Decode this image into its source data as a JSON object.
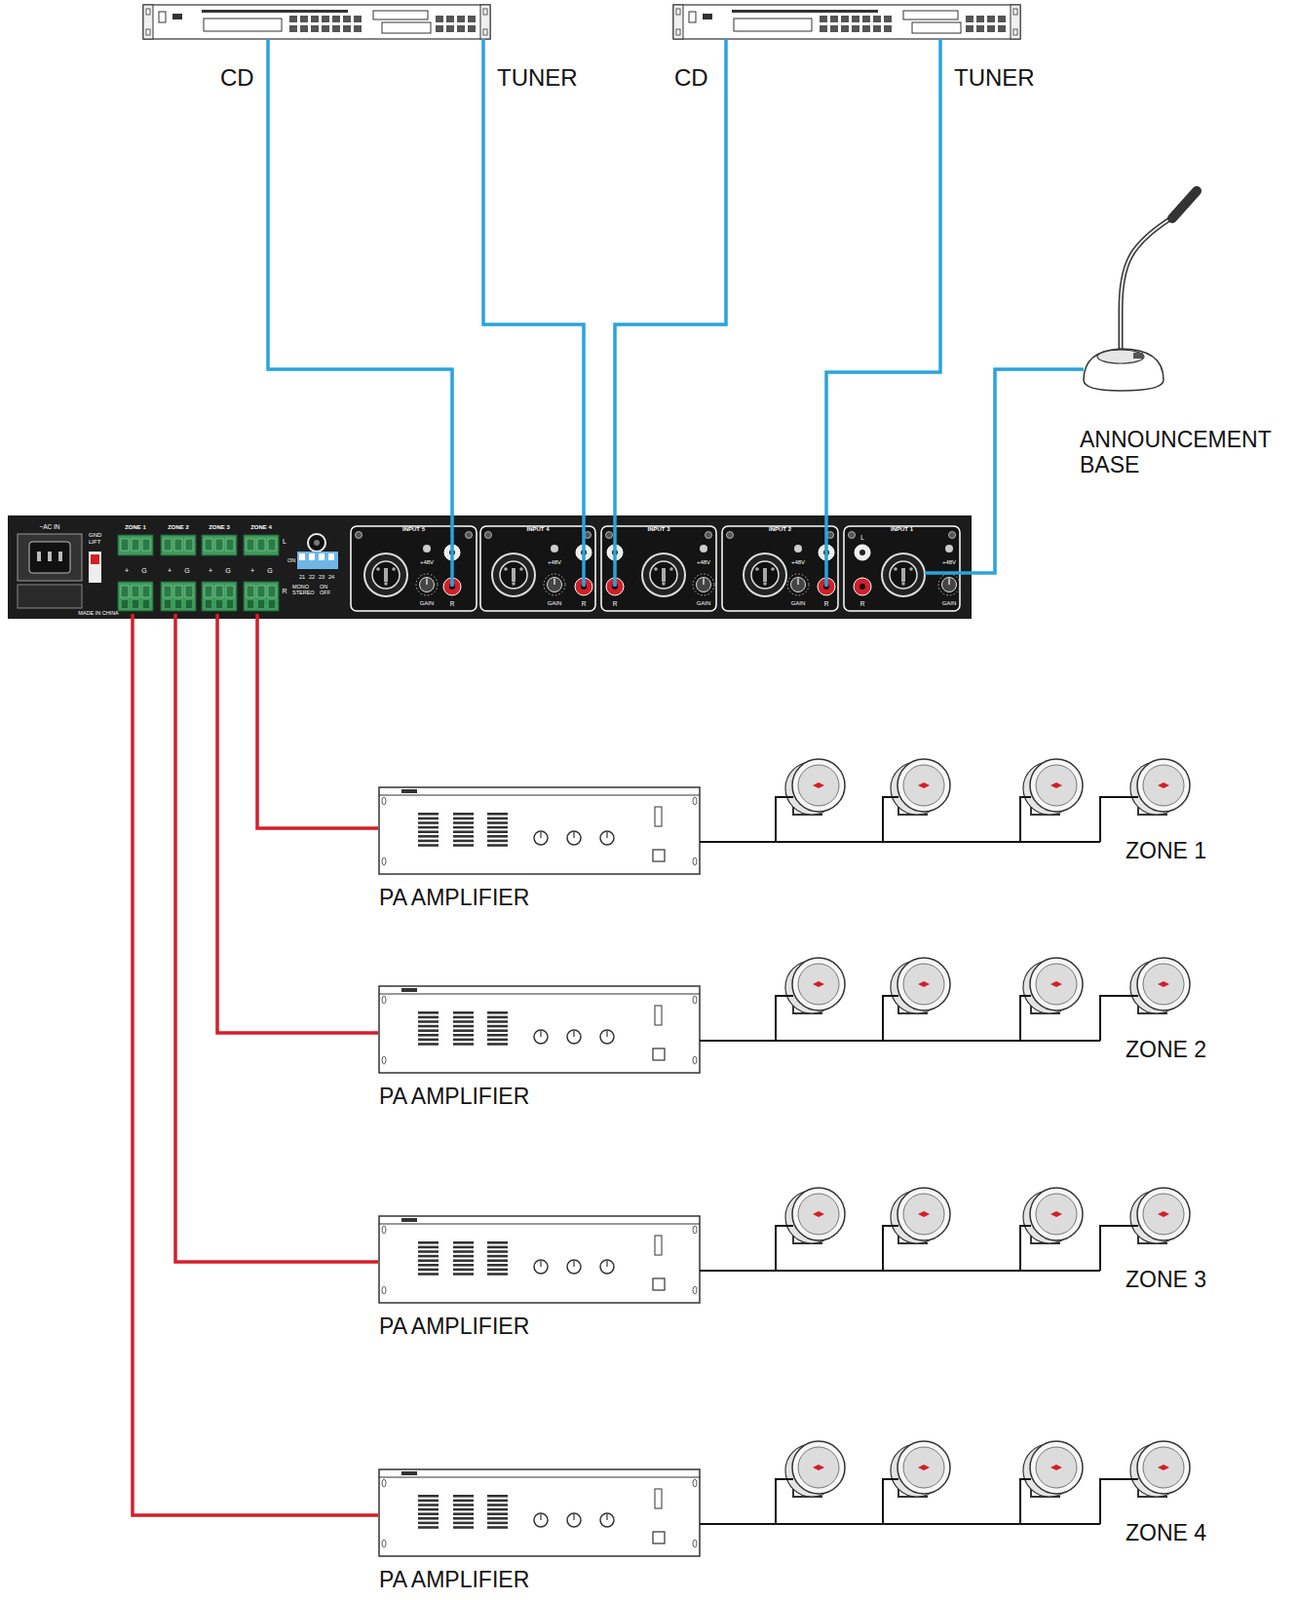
{
  "diagram": {
    "nodes": [
      {
        "text": [
          "CD"
        ]
      },
      {
        "text": [
          "TUNER"
        ]
      },
      {
        "text": [
          "CD"
        ]
      },
      {
        "text": [
          "TUNER"
        ]
      },
      {
        "text": [
          "ANNOUNCEMENT BASE"
        ]
      },
      {
        "text": [
          "~AC IN",
          "GND LIFT",
          "MADE IN CHINA"
        ]
      },
      {
        "text": [
          "ZONE 1",
          "+",
          "G"
        ],
        "in": 5
      },
      {
        "text": [
          "ZONE 2",
          "+",
          "G"
        ],
        "in": 5
      },
      {
        "text": [
          "ZONE 3",
          "+",
          "G"
        ],
        "in": 5
      },
      {
        "text": [
          "ZONE 4",
          "+",
          "G"
        ],
        "in": 5
      },
      {
        "text": [
          "INPUT 5",
          "+48V",
          "GAIN",
          "R"
        ],
        "in": 5
      },
      {
        "text": [
          "INPUT 4",
          "+48V",
          "GAIN",
          "R"
        ],
        "in": 5
      },
      {
        "text": [
          "INPUT 3",
          "+48V",
          "GAIN",
          "R"
        ],
        "in": 5
      },
      {
        "text": [
          "INPUT 2",
          "+48V",
          "GAIN",
          "R"
        ],
        "in": 5
      },
      {
        "text": [
          "INPUT 1",
          "L",
          "+48V",
          "GAIN",
          "R"
        ],
        "in": 5
      },
      {
        "text": [
          "PA AMPLIFIER"
        ]
      },
      {
        "text": [
          "PA AMPLIFIER"
        ]
      },
      {
        "text": [
          "PA AMPLIFIER"
        ]
      },
      {
        "text": [
          "PA AMPLIFIER"
        ]
      },
      {
        "text": [
          "ZONE 1"
        ]
      },
      {
        "text": [
          "ZONE 2"
        ]
      },
      {
        "text": [
          "ZONE 3"
        ]
      },
      {
        "text": [
          "ZONE 4"
        ]
      }
    ],
    "edges": [
      {
        "from": 0,
        "to": 10,
        "arrow": "none"
      },
      {
        "from": 1,
        "to": 11,
        "arrow": "none"
      },
      {
        "from": 2,
        "to": 12,
        "arrow": "none"
      },
      {
        "from": 3,
        "to": 13,
        "arrow": "none"
      },
      {
        "from": 4,
        "to": 14,
        "arrow": "none"
      },
      {
        "from": 9,
        "to": 15,
        "arrow": "none"
      },
      {
        "from": 8,
        "to": 16,
        "arrow": "none"
      },
      {
        "from": 7,
        "to": 17,
        "arrow": "none"
      },
      {
        "from": 6,
        "to": 18,
        "arrow": "none"
      },
      {
        "from": 15,
        "to": 19,
        "arrow": "none"
      },
      {
        "from": 16,
        "to": 20,
        "arrow": "none"
      },
      {
        "from": 17,
        "to": 21,
        "arrow": "none"
      },
      {
        "from": 18,
        "to": 22,
        "arrow": "none"
      }
    ],
    "labels": [
      "L",
      "R",
      "ON",
      "21",
      "22",
      "23",
      "24",
      "MONO STEREO",
      "ON OFF"
    ]
  }
}
